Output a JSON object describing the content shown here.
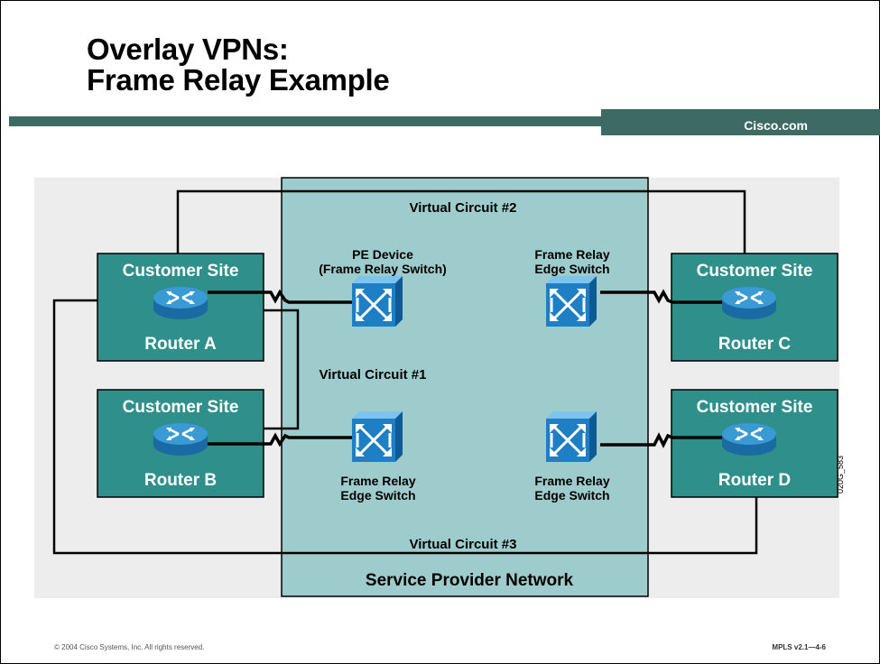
{
  "title_line1": "Overlay VPNs:",
  "title_line2": "Frame Relay Example",
  "brand": "Cisco.com",
  "footer": {
    "copyright": "© 2004 Cisco Systems, Inc. All rights reserved.",
    "course": "MPLS v2.1—4-6",
    "figure_id": "020G_583"
  },
  "diagram": {
    "provider_network": "Service Provider Network",
    "virtual_circuits": [
      "Virtual Circuit #1",
      "Virtual Circuit #2",
      "Virtual Circuit #3"
    ],
    "pe_device": {
      "line1": "PE Device",
      "line2": "(Frame Relay Switch)"
    },
    "edge_switch": {
      "line1": "Frame Relay",
      "line2": "Edge Switch"
    },
    "sites": [
      {
        "label": "Customer Site",
        "router": "Router A"
      },
      {
        "label": "Customer Site",
        "router": "Router B"
      },
      {
        "label": "Customer Site",
        "router": "Router C"
      },
      {
        "label": "Customer Site",
        "router": "Router D"
      }
    ]
  },
  "colors": {
    "header_bar": "#3d6b63",
    "provider_fill": "#9ecccc",
    "site_fill": "#2f8f8a",
    "switch_blue": "#1e7fc4",
    "router_blue": "#2f8fc8"
  }
}
